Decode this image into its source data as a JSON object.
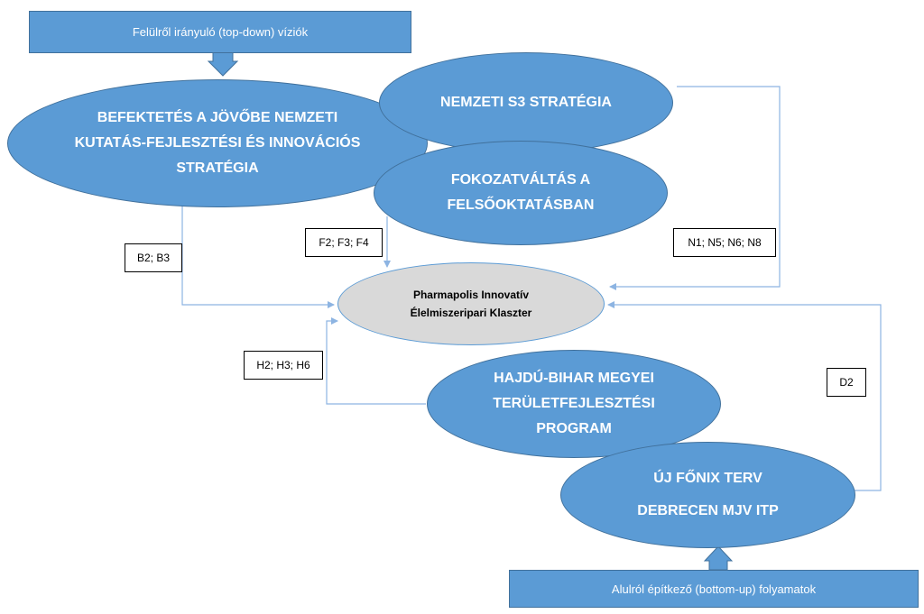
{
  "top_banner": "Felülről irányuló (top-down) víziók",
  "bottom_banner": "Alulról építkező (bottom-up) folyamatok",
  "strategy_befektetes": [
    "BEFEKTETÉS A JÖVŐBE NEMZETI",
    "KUTATÁS-FEJLESZTÉSI ÉS INNOVÁCIÓS",
    "STRATÉGIA"
  ],
  "strategy_s3": [
    "NEMZETI S3 STRATÉGIA"
  ],
  "strategy_fokozat": [
    "FOKOZATVÁLTÁS A",
    "FELSŐOKTATÁSBAN"
  ],
  "center": [
    "Pharmapolis Innovatív",
    "Élelmiszeripari Klaszter"
  ],
  "program_hajdu": [
    "HAJDÚ-BIHAR MEGYEI",
    "TERÜLETFEJLESZTÉSI",
    "PROGRAM"
  ],
  "program_fonix": [
    "ÚJ FŐNIX TERV",
    "DEBRECEN MJV ITP"
  ],
  "tags": {
    "b": "B2; B3",
    "f": "F2; F3; F4",
    "n": "N1; N5; N6; N8",
    "h": "H2; H3; H6",
    "d": "D2"
  },
  "colors": {
    "fill": "#5b9bd5",
    "stroke": "#41719c",
    "connector": "#8db4e2",
    "hub_fill": "#d9d9d9"
  }
}
